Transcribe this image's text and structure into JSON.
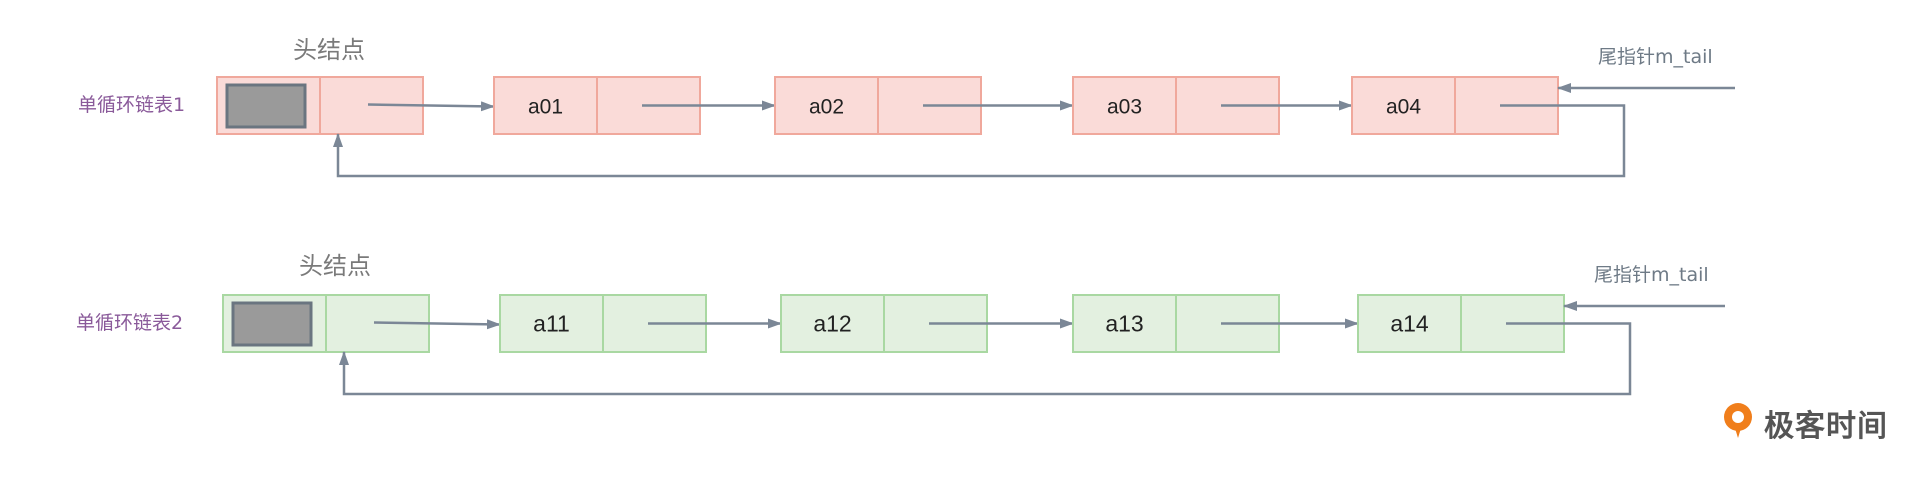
{
  "colors": {
    "red_fill": "#fadbd8",
    "red_border": "#f0a89c",
    "green_fill": "#e3f0e0",
    "green_border": "#a9d8a2",
    "arrow": "#7b8796",
    "head_block_fill": "#9a9a9a",
    "head_block_border": "#6a7580",
    "brand_orange": "#f07e1b"
  },
  "lists": [
    {
      "label": "单循环链表1",
      "head_label": "头结点",
      "tail_label": "尾指针m_tail",
      "theme": "red",
      "nodes": [
        "a01",
        "a02",
        "a03",
        "a04"
      ]
    },
    {
      "label": "单循环链表2",
      "head_label": "头结点",
      "tail_label": "尾指针m_tail",
      "theme": "green",
      "nodes": [
        "a11",
        "a12",
        "a13",
        "a14"
      ]
    }
  ],
  "brand": {
    "text": "极客时间",
    "icon": "geektime-logo-icon"
  }
}
